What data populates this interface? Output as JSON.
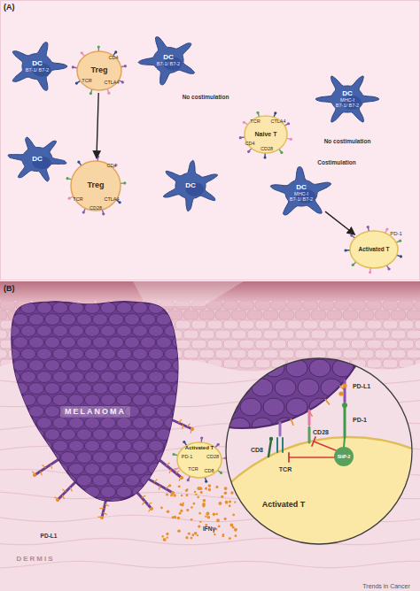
{
  "diagram": {
    "nodes": [
      {
        "text": [
          "DC",
          "B7-1/ B7-2"
        ]
      },
      {
        "text": [
          "Treg"
        ]
      },
      {
        "text": [
          "DC",
          "B7-1/ B7-2"
        ]
      },
      {
        "text": [
          "DC"
        ]
      },
      {
        "text": [
          "Treg"
        ]
      },
      {
        "text": [
          "DC"
        ]
      },
      {
        "text": [
          "Naive T"
        ]
      },
      {
        "text": [
          "DC",
          "MHC-I",
          "B7-1/ B7-2"
        ]
      },
      {
        "text": [
          "DC",
          "MHC-I",
          "B7-1/ B7-2"
        ]
      },
      {
        "text": [
          "Activated T"
        ]
      },
      {
        "text": [
          "MELANOMA"
        ]
      },
      {
        "text": [
          "Activated T"
        ]
      },
      {
        "text": [
          "Activated T"
        ]
      }
    ],
    "edges": [
      {
        "from": 1,
        "to": 4,
        "arrow": "to"
      },
      {
        "from": 8,
        "to": 9,
        "arrow": "to"
      },
      {
        "from": 11,
        "to": 12,
        "arrow": "none"
      }
    ],
    "labels": [
      "(A)",
      "CD4",
      "TCR",
      "CTLA4",
      "CD4",
      "TCR",
      "CTLA4",
      "CD28",
      "No costimulation",
      "TCR",
      "CTLA4",
      "CD4",
      "CD28",
      "No costimulation",
      "Costimulation",
      "PD-1",
      "(B)",
      "PD-1",
      "CD28",
      "TCR",
      "CD8",
      "PD-L1",
      "PD-1",
      "CD8",
      "TCR",
      "CD28",
      "SHP-2",
      "PD-L1",
      "IFNγ",
      "DERMIS",
      "Trends in Cancer"
    ]
  }
}
